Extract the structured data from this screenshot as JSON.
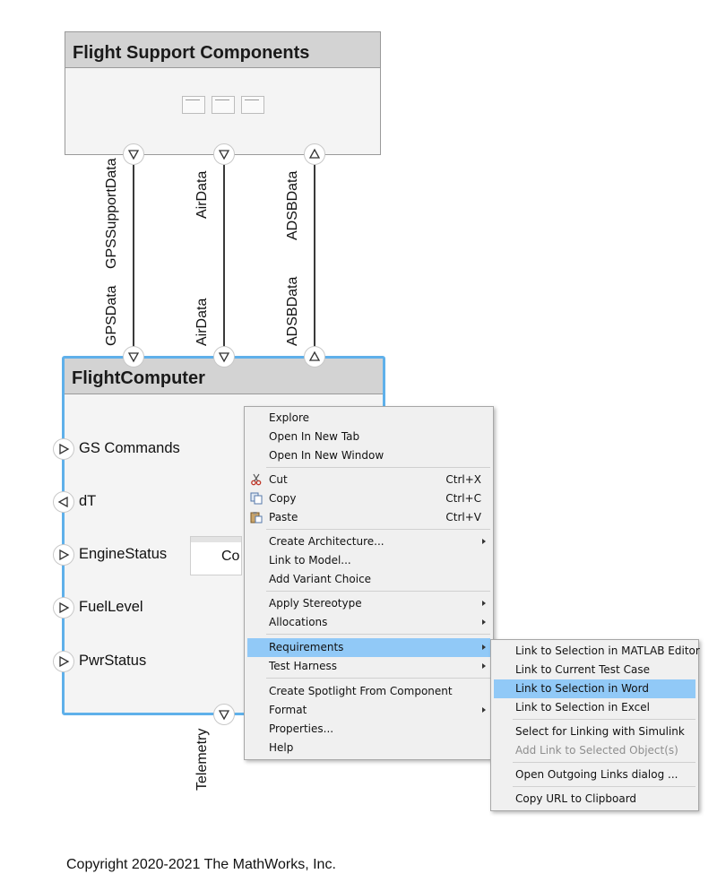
{
  "top_component": {
    "title": "Flight Support Components",
    "thumbnail_count": 3
  },
  "flight_computer": {
    "title": "FlightComputer",
    "ports": [
      "GS Commands",
      "dT",
      "EngineStatus",
      "FuelLevel",
      "PwrStatus"
    ],
    "inner_block_label": "Co"
  },
  "connections": {
    "upper": [
      "GPSSupportData",
      "AirData",
      "ADSBData"
    ],
    "lower": [
      "GPSData",
      "AirData",
      "ADSBData"
    ],
    "output": "Telemetry"
  },
  "context_menu": {
    "items": [
      {
        "label": "Explore"
      },
      {
        "label": "Open In New Tab"
      },
      {
        "label": "Open In New Window"
      },
      {
        "label": "Cut",
        "shortcut": "Ctrl+X",
        "icon": "scissors-icon"
      },
      {
        "label": "Copy",
        "shortcut": "Ctrl+C",
        "icon": "copy-icon"
      },
      {
        "label": "Paste",
        "shortcut": "Ctrl+V",
        "icon": "paste-icon"
      },
      {
        "label": "Create Architecture...",
        "submenu": true
      },
      {
        "label": "Link to Model..."
      },
      {
        "label": "Add Variant Choice"
      },
      {
        "label": "Apply Stereotype",
        "submenu": true
      },
      {
        "label": "Allocations",
        "submenu": true
      },
      {
        "label": "Requirements",
        "submenu": true,
        "highlighted": true
      },
      {
        "label": "Test Harness",
        "submenu": true
      },
      {
        "label": "Create Spotlight From Component"
      },
      {
        "label": "Format",
        "submenu": true
      },
      {
        "label": "Properties..."
      },
      {
        "label": "Help"
      }
    ]
  },
  "requirements_submenu": {
    "items": [
      {
        "label": "Link to Selection in MATLAB Editor"
      },
      {
        "label": "Link to Current Test Case"
      },
      {
        "label": "Link to Selection in Word",
        "highlighted": true
      },
      {
        "label": "Link to Selection in Excel"
      },
      {
        "label": "Select for Linking with Simulink"
      },
      {
        "label": "Add Link to Selected Object(s)",
        "disabled": true
      },
      {
        "label": "Open Outgoing Links dialog ..."
      },
      {
        "label": "Copy URL to Clipboard"
      }
    ]
  },
  "footer": {
    "copyright": "Copyright 2020-2021 The MathWorks, Inc."
  },
  "colors": {
    "selection_border": "#5fb0ea",
    "menu_highlight": "#91c9f7",
    "header_gray": "#d3d3d3"
  }
}
